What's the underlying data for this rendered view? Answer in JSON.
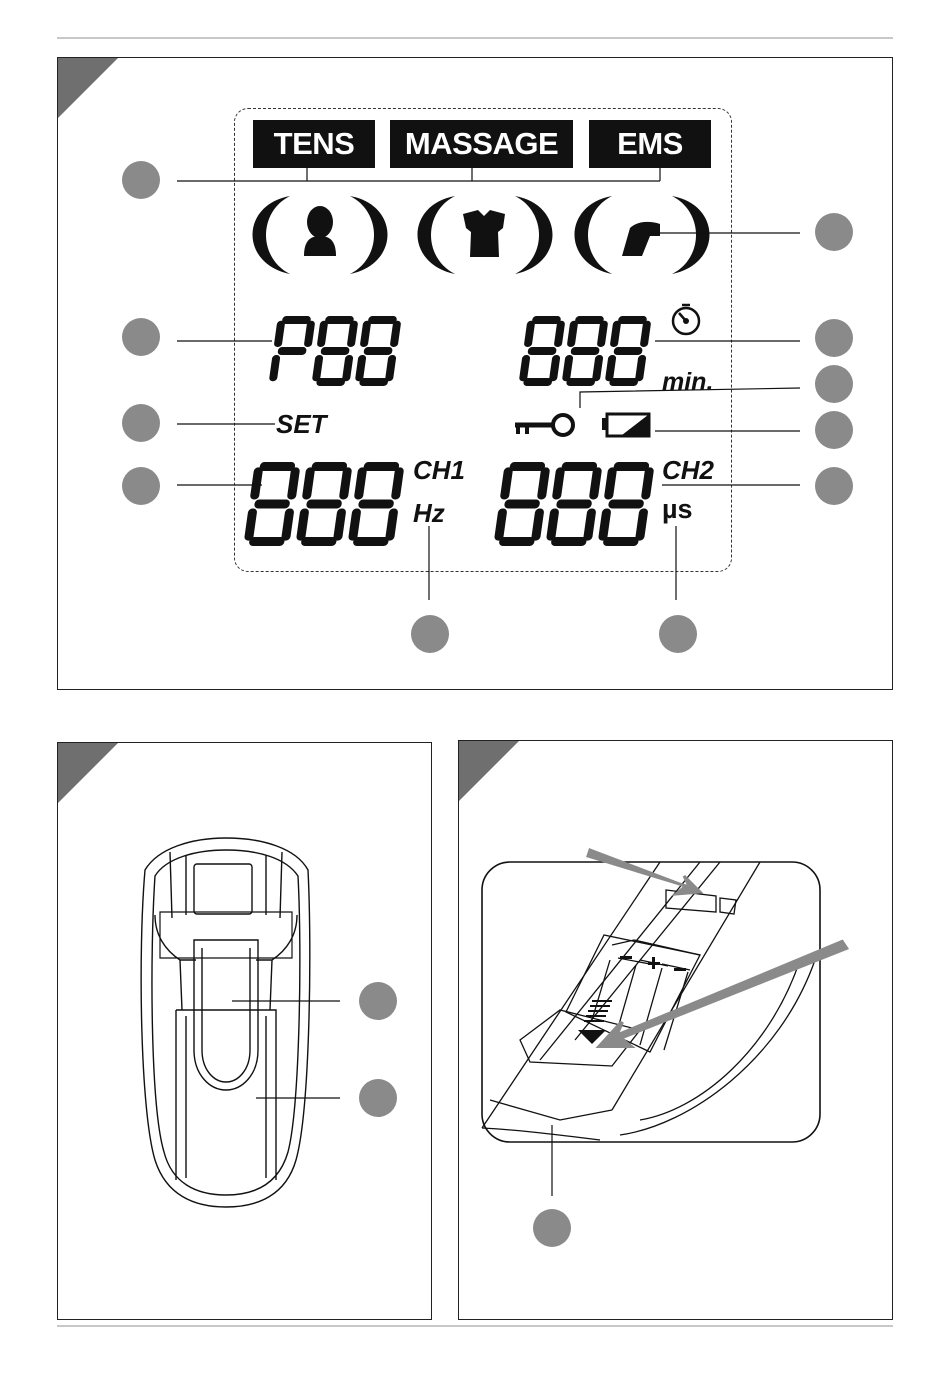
{
  "lcd": {
    "modes": {
      "tens": "TENS",
      "massage": "MASSAGE",
      "ems": "EMS"
    },
    "program": "P88",
    "timer": "888",
    "timer_unit": "min.",
    "set_label": "SET",
    "ch1_value": "888",
    "ch1_label": "CH1",
    "ch1_unit": "Hz",
    "ch2_value": "888",
    "ch2_label": "CH2",
    "ch2_unit": "µs"
  },
  "icons": [
    "head-neck-icon",
    "torso-icon",
    "arm-icon",
    "timer-icon",
    "key-icon",
    "battery-icon"
  ],
  "colors": {
    "lcd_segment": "#111111",
    "badge": "#8a8a8a",
    "corner": "#6f6f6f",
    "arrow": "#8a8a8a"
  }
}
